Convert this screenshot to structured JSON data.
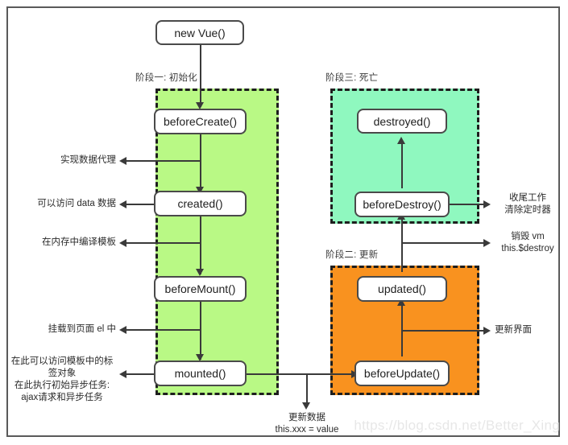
{
  "diagram": {
    "title": "Vue lifecycle diagram",
    "watermark": "https://blog.csdn.net/Better_Xing",
    "colors": {
      "phase_init_fill": "#b9f985",
      "phase_init_border": "#1e1e1e",
      "phase_death_fill": "#8ff8bf",
      "phase_death_border": "#1e1e1e",
      "phase_update_fill": "#f9921f",
      "phase_update_border": "#1e1e1e",
      "node_border": "#4a4a4a",
      "node_fill": "#ffffff",
      "connector": "#3a3a3a",
      "frame": "#5a5a5a",
      "watermark": "#e7e7e7"
    }
  },
  "entry": {
    "label": "new Vue()"
  },
  "phases": [
    {
      "id": "init",
      "label": "阶段一: 初始化",
      "nodes": [
        {
          "id": "beforeCreate",
          "label": "beforeCreate()"
        },
        {
          "id": "created",
          "label": "created()"
        },
        {
          "id": "beforeMount",
          "label": "beforeMount()"
        },
        {
          "id": "mounted",
          "label": "mounted()"
        }
      ]
    },
    {
      "id": "update",
      "label": "阶段二: 更新",
      "nodes": [
        {
          "id": "updated",
          "label": "updated()"
        },
        {
          "id": "beforeUpdate",
          "label": "beforeUpdate()"
        }
      ]
    },
    {
      "id": "death",
      "label": "阶段三: 死亡",
      "nodes": [
        {
          "id": "destroyed",
          "label": "destroyed()"
        },
        {
          "id": "beforeDestroy",
          "label": "beforeDestroy()"
        }
      ]
    }
  ],
  "annotations": {
    "data_proxy": "实现数据代理",
    "access_data": "可以访问 data 数据",
    "compile_template": "在内存中编译模板",
    "mount_to_el": "挂载到页面 el 中",
    "mounted_note": "在此可以访问模板中的标签对象\n在此执行初始异步任务:\najax请求和异步任务",
    "cleanup": "收尾工作\n清除定时器",
    "destroy_vm": "销毁 vm\nthis.$destroy",
    "update_ui": "更新界面",
    "update_data": "更新数据\nthis.xxx = value"
  }
}
